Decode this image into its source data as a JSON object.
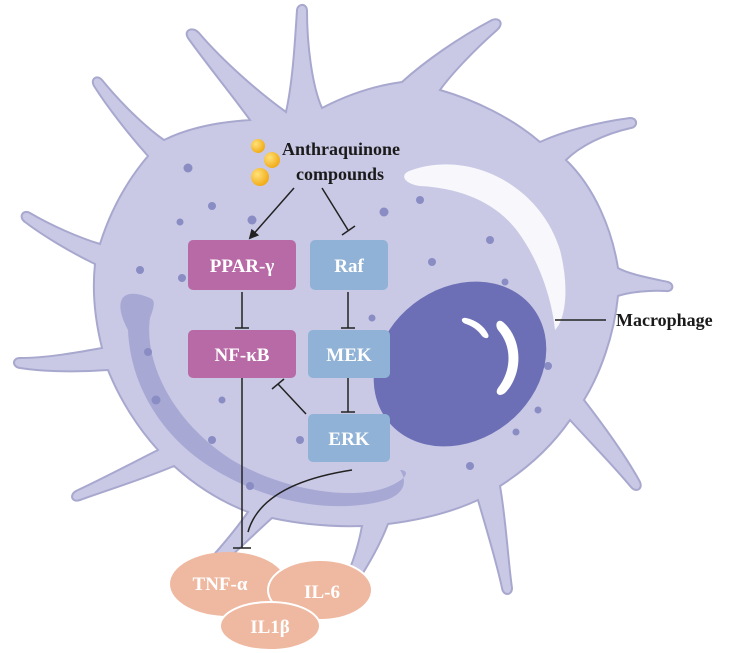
{
  "labels": {
    "compound_line1": "Anthraquinone",
    "compound_line2": "compounds",
    "cell_label": "Macrophage"
  },
  "nodes": {
    "ppar": "PPAR-γ",
    "nfkb": "NF-κB",
    "raf": "Raf",
    "mek": "MEK",
    "erk": "ERK"
  },
  "cytokines": {
    "tnf": "TNF-α",
    "il6": "IL-6",
    "il1b": "IL1β"
  },
  "colors": {
    "cell_body": "#c9c9e6",
    "cell_outline": "#a8a8cf",
    "nucleus": "#6c6fb6",
    "pink_node": "#b86aa6",
    "blue_node": "#8fb2d6",
    "cytokine": "#efb8a0",
    "compound": "#f3b320"
  }
}
